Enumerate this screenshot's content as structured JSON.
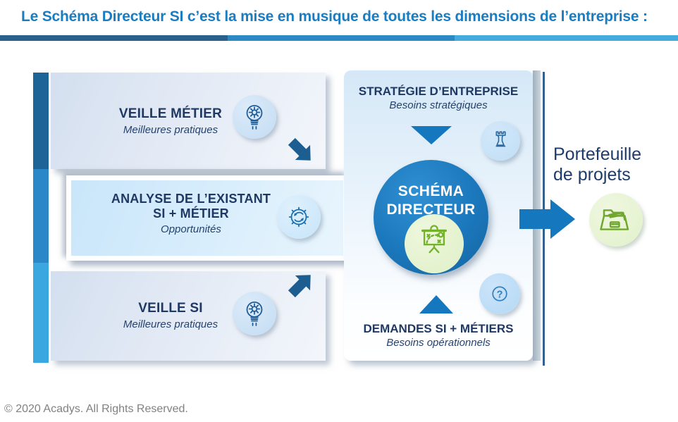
{
  "title": {
    "text": "Le Schéma Directeur SI c’est la mise en musique de toutes les dimensions de l’entreprise :"
  },
  "divider": {
    "colors": [
      "#27618C",
      "#2D89C6",
      "#45AADE"
    ]
  },
  "side_strip": {
    "colors": [
      "#1F6496",
      "#2B87C8",
      "#3BA7E0"
    ]
  },
  "left_boxes": [
    {
      "title": "VEILLE MÉTIER",
      "subtitle": "Meilleures pratiques",
      "icon": "bulb-gear-icon",
      "arrow": "arrow-down-right"
    },
    {
      "title": "ANALYSE DE L’EXISTANT",
      "title2": "SI + MÉTIER",
      "subtitle": "Opportunités",
      "icon": "gear-sync-icon",
      "arrow": "arrow-right"
    },
    {
      "title": "VEILLE SI",
      "subtitle": "Meilleures pratiques",
      "icon": "bulb-gear-icon",
      "arrow": "arrow-up-right"
    }
  ],
  "center_panel": {
    "top": {
      "title": "STRATÉGIE D’ENTREPRISE",
      "subtitle": "Besoins stratégiques"
    },
    "hub": {
      "line1": "SCHÉMA",
      "line2": "DIRECTEUR",
      "icon": "strategy-board-icon"
    },
    "side_icons": {
      "top": "chess-rook-icon",
      "bottom": "question-mark-icon",
      "question_mark": "?"
    },
    "bottom": {
      "title": "DEMANDES SI + MÉTIERS",
      "subtitle": "Besoins opérationnels"
    }
  },
  "output": {
    "label_line1": "Portefeuille",
    "label_line2": "de projets",
    "icon": "folder-projects-icon"
  },
  "footer": {
    "copyright": "© 2020 Acadys. All Rights Reserved."
  },
  "colors": {
    "title_blue": "#1A7DC2",
    "navy_text": "#1F3864",
    "accent_blue": "#1578BF",
    "dark_arrow": "#1D5E90",
    "hub_blue": "#1B77BB",
    "green": "#74B22C",
    "green_bg": "#E6F3CE",
    "light_icon_bg": "#CBE2F6",
    "gray_text": "#818181"
  }
}
